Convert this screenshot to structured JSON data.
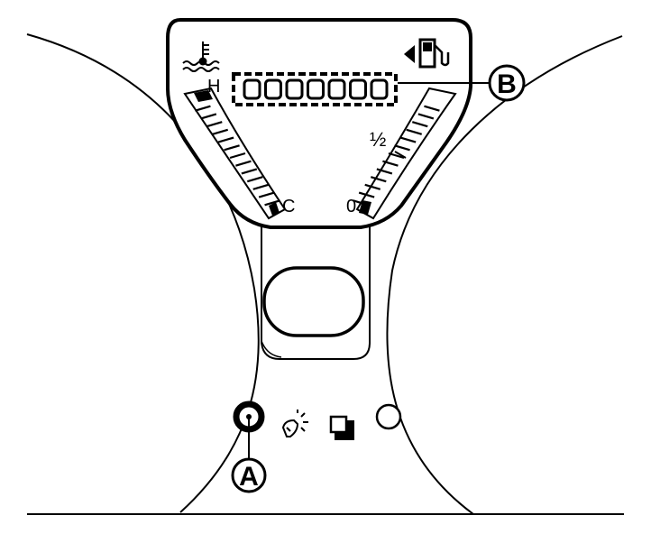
{
  "gauges": {
    "temperature": {
      "hot_label": "H",
      "cold_label": "C",
      "icon": "coolant-temperature-icon"
    },
    "fuel": {
      "empty_label": "0",
      "half_label": "½",
      "icon": "fuel-pump-icon"
    }
  },
  "odometer": {
    "digits": [
      "0",
      "0",
      "0",
      "0",
      "0",
      "0",
      "0"
    ]
  },
  "callouts": {
    "a": "A",
    "b": "B"
  },
  "indicators": {
    "trip_reset_knob": "trip-reset-knob-icon",
    "dimmer": "dimmer-icon",
    "square": "square-switch-icon",
    "right_knob": "right-knob-icon"
  },
  "colors": {
    "ink": "#000000",
    "paper": "#ffffff"
  }
}
